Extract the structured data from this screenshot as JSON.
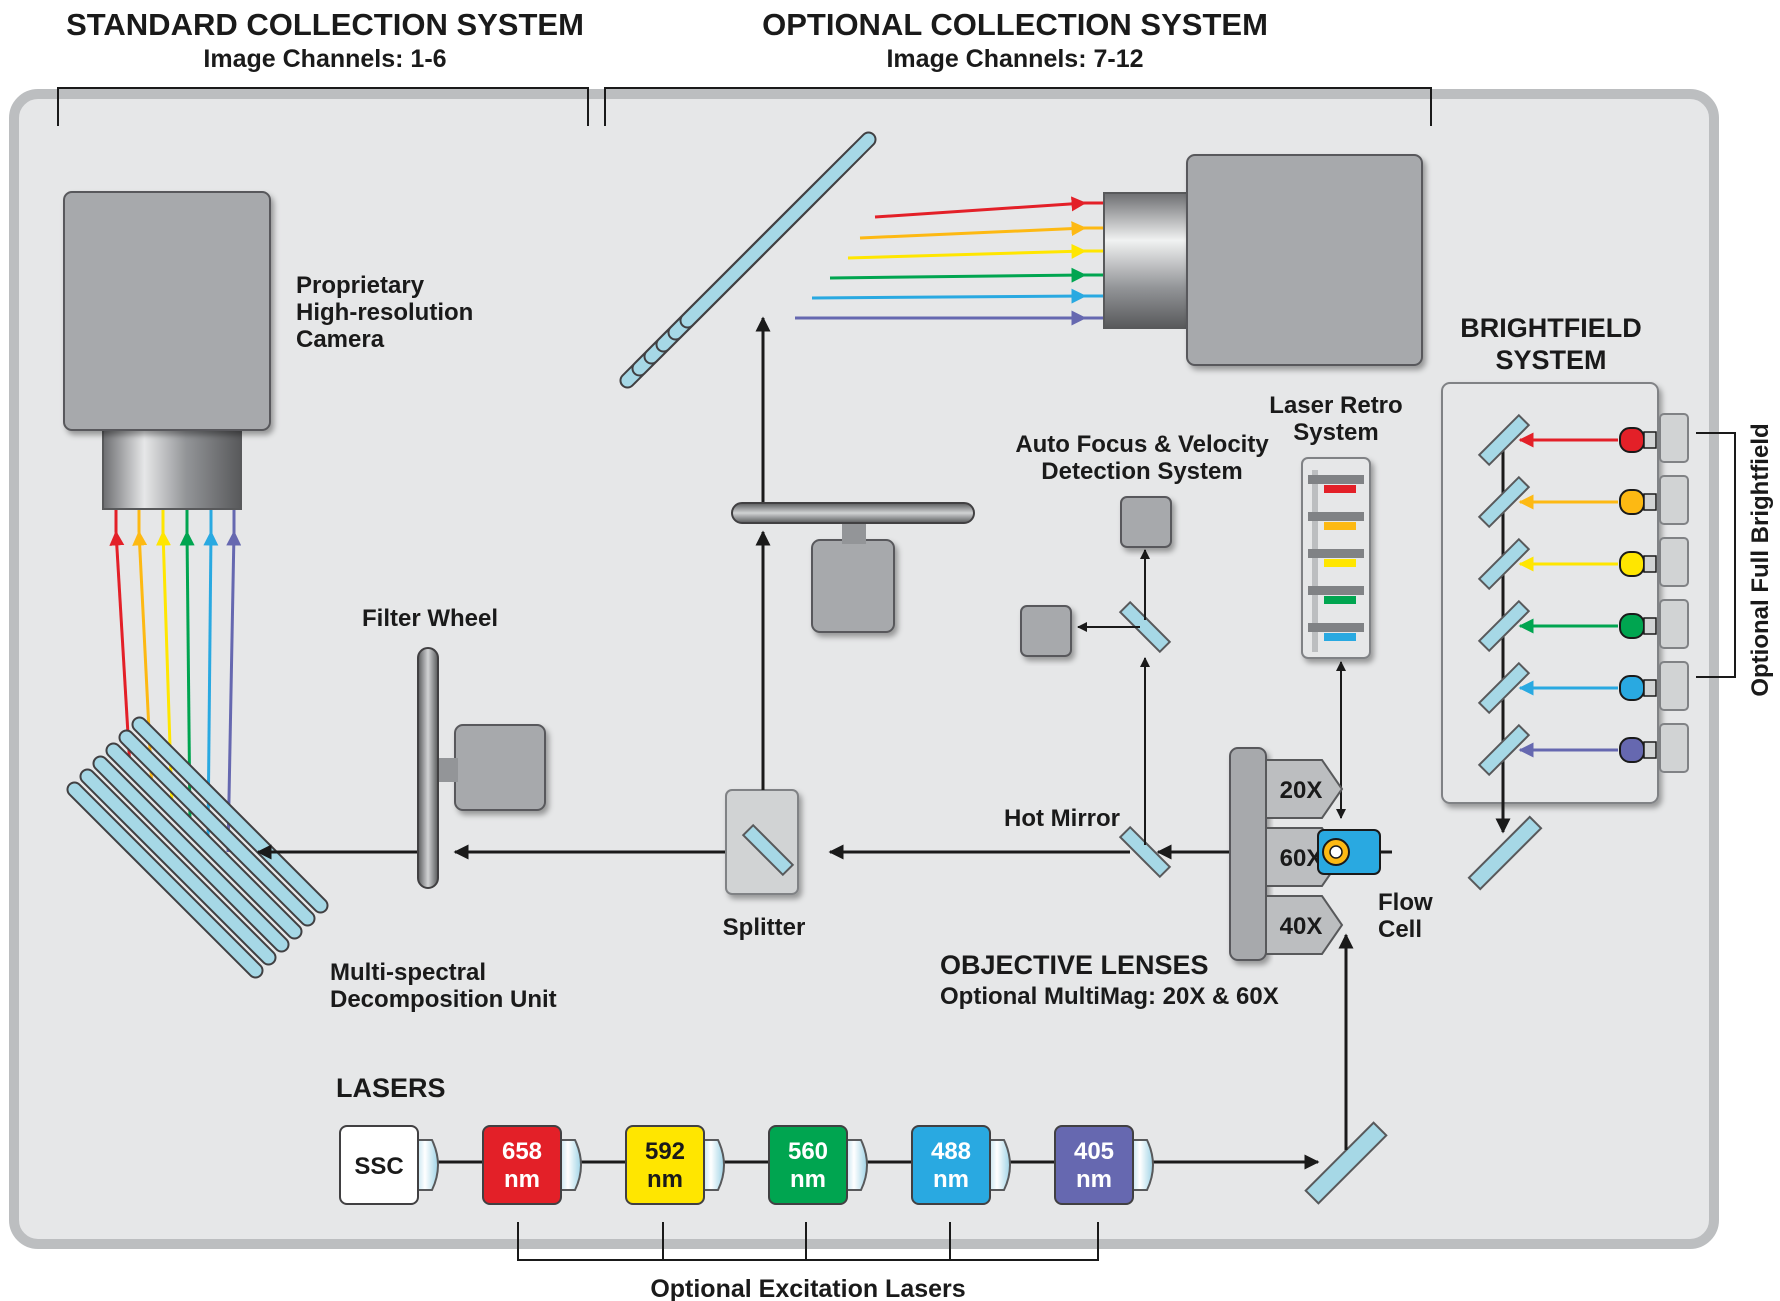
{
  "headers": {
    "standard": {
      "title": "STANDARD COLLECTION SYSTEM",
      "subtitle": "Image Channels: 1-6"
    },
    "optional": {
      "title": "OPTIONAL COLLECTION SYSTEM",
      "subtitle": "Image Channels: 7-12"
    }
  },
  "labels": {
    "camera": [
      "Proprietary",
      "High-resolution",
      "Camera"
    ],
    "filter_wheel": "Filter Wheel",
    "msdu": [
      "Multi-spectral",
      "Decomposition Unit"
    ],
    "splitter": "Splitter",
    "hot_mirror": "Hot Mirror",
    "autofocus": [
      "Auto Focus & Velocity",
      "Detection System"
    ],
    "laser_retro": [
      "Laser Retro",
      "System"
    ],
    "brightfield": [
      "BRIGHTFIELD",
      "SYSTEM"
    ],
    "optional_full_bf": "Optional Full Brightfield",
    "flow_cell": [
      "Flow",
      "Cell"
    ],
    "objective": {
      "title": "OBJECTIVE LENSES",
      "subtitle": "Optional MultiMag: 20X & 60X"
    },
    "lasers_title": "LASERS",
    "optional_lasers": "Optional Excitation Lasers"
  },
  "objective_lenses": [
    "20X",
    "60X",
    "40X"
  ],
  "lasers": [
    {
      "label": [
        "SSC"
      ],
      "color": "#ffffff",
      "text_color": "#1a1a1a"
    },
    {
      "label": [
        "658",
        "nm"
      ],
      "color": "#e32028",
      "text_color": "#ffffff"
    },
    {
      "label": [
        "592",
        "nm"
      ],
      "color": "#ffe600",
      "text_color": "#1a1a1a"
    },
    {
      "label": [
        "560",
        "nm"
      ],
      "color": "#00a550",
      "text_color": "#ffffff"
    },
    {
      "label": [
        "488",
        "nm"
      ],
      "color": "#29a9e1",
      "text_color": "#ffffff"
    },
    {
      "label": [
        "405",
        "nm"
      ],
      "color": "#6668b0",
      "text_color": "#ffffff"
    }
  ],
  "channel_colors": [
    "#e32028",
    "#fdb913",
    "#ffe600",
    "#00a550",
    "#29a9e1",
    "#6668b0"
  ],
  "retro_bar_colors": [
    "#e32028",
    "#fdb913",
    "#ffe600",
    "#00a550",
    "#29a9e1"
  ],
  "colors": {
    "panel": "#e6e7e8",
    "panel_border": "#bcbec0",
    "device": "#a7a9ac",
    "mirror": "#a6d8e6",
    "beam": "#1a1a1a"
  }
}
